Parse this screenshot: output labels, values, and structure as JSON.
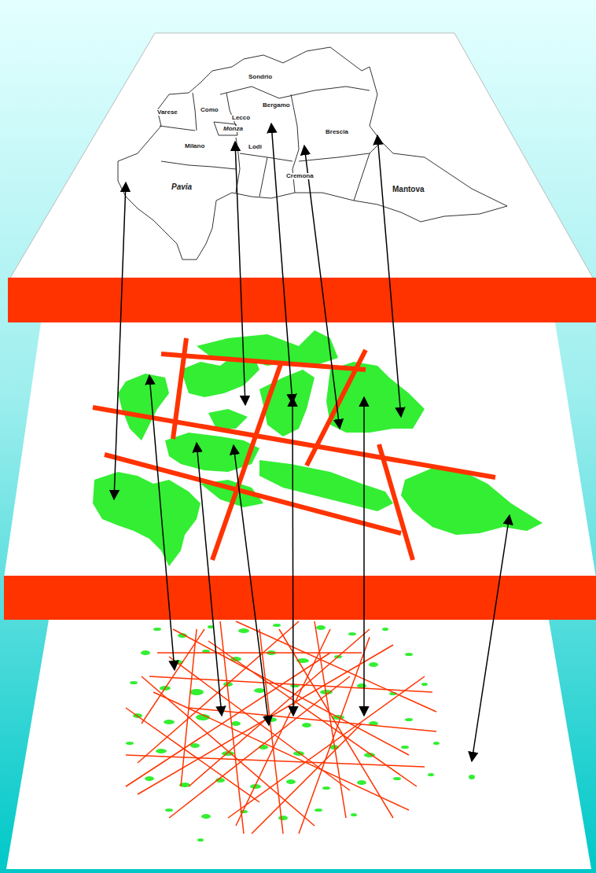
{
  "diagram": {
    "labels": [
      "Sondrio",
      "Varese",
      "Como",
      "Lecco",
      "Bergamo",
      "Monza",
      "Brescia",
      "Milano",
      "Lodi",
      "Cremona",
      "Pavia",
      "Mantova"
    ]
  }
}
